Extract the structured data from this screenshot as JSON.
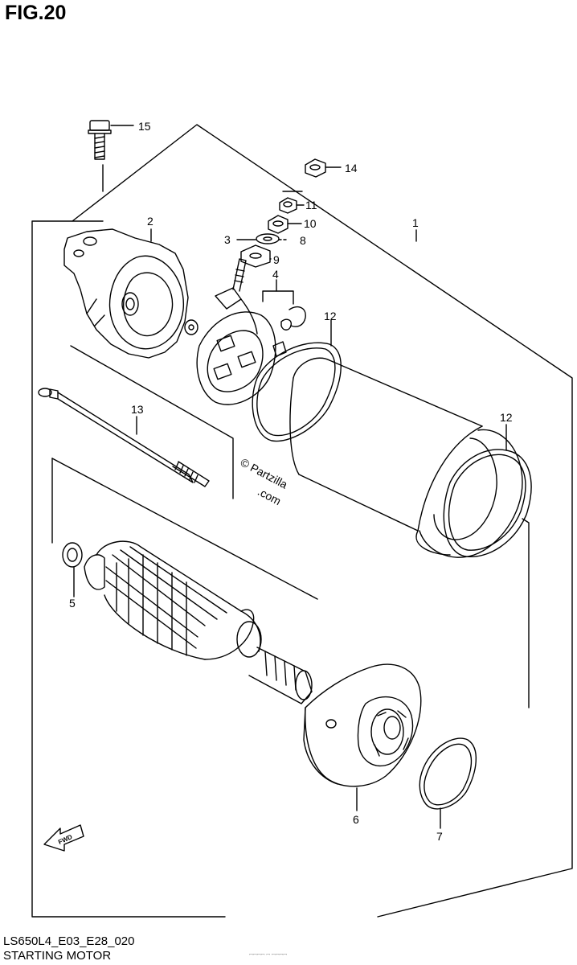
{
  "figure": {
    "title": "FIG.20",
    "code": "LS650L4_E03_E28_020",
    "caption": "STARTING MOTOR",
    "faint_note": "ꟷꟷꟷꟷ ꟷ ꟷꟷꟷꟷ"
  },
  "watermark": {
    "copyright_symbol": "©",
    "text_line1": "Partzilla",
    "text_line2": ".com"
  },
  "callouts": [
    {
      "id": "c15",
      "label": "15"
    },
    {
      "id": "c14",
      "label": "14"
    },
    {
      "id": "c11",
      "label": "11"
    },
    {
      "id": "c10",
      "label": "10"
    },
    {
      "id": "c3",
      "label": "3"
    },
    {
      "id": "c8",
      "label": "8"
    },
    {
      "id": "c9",
      "label": "9"
    },
    {
      "id": "c2",
      "label": "2"
    },
    {
      "id": "c1",
      "label": "1"
    },
    {
      "id": "c4",
      "label": "4"
    },
    {
      "id": "c12a",
      "label": "12"
    },
    {
      "id": "c12b",
      "label": "12"
    },
    {
      "id": "c13",
      "label": "13"
    },
    {
      "id": "c5",
      "label": "5"
    },
    {
      "id": "c6",
      "label": "6"
    },
    {
      "id": "c7",
      "label": "7"
    }
  ],
  "icons": {
    "front_arrow": "fwd-arrow-icon",
    "front_arrow_text": "FWD"
  }
}
